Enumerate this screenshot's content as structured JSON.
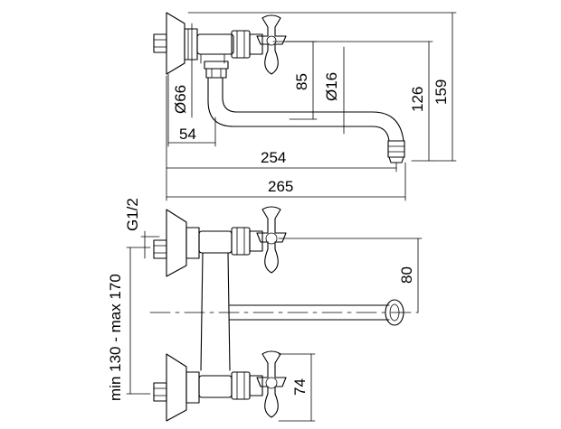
{
  "dimensions": {
    "diameter_body": "Ø66",
    "diameter_spout": "Ø16",
    "spout_height": "85",
    "outlet_height": "126",
    "overall_height": "159",
    "wall_offset": "54",
    "spout_reach": "254",
    "overall_reach": "265",
    "thread": "G1/2",
    "center_distance": "min 130 - max 170",
    "handle_to_spout": "80",
    "handle_height": "74"
  },
  "colors": {
    "line": "#000000",
    "background": "#ffffff"
  }
}
